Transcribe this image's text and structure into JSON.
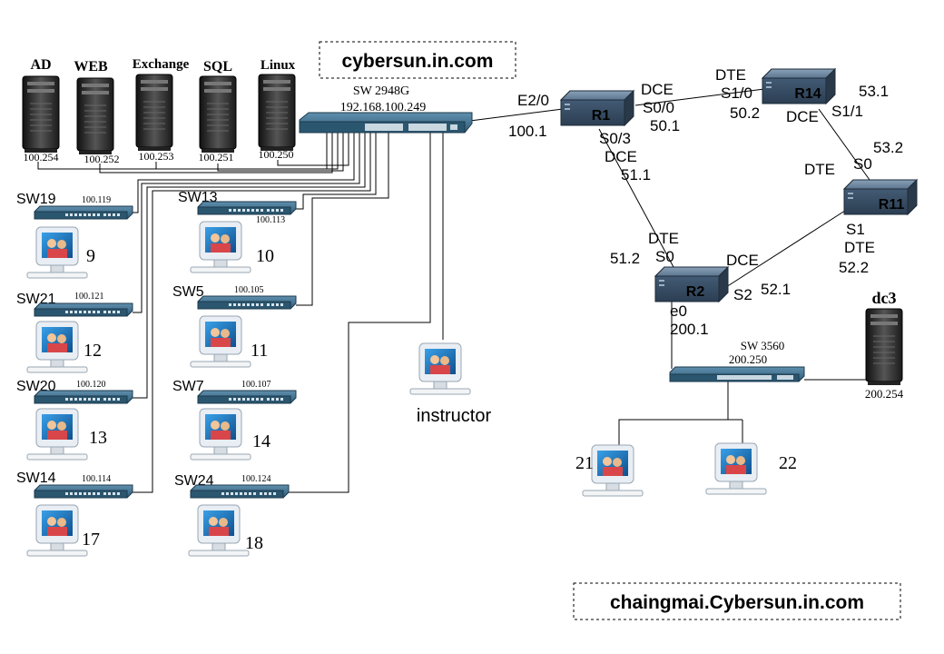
{
  "banners": {
    "top": "cybersun.in.com",
    "bottom": "chaingmai.Cybersun.in.com"
  },
  "servers": [
    {
      "name": "AD",
      "ip": "100.254"
    },
    {
      "name": "WEB",
      "ip": "100.252"
    },
    {
      "name": "Exchange",
      "ip": "100.253"
    },
    {
      "name": "SQL",
      "ip": "100.251"
    },
    {
      "name": "Linux",
      "ip": "100.250"
    }
  ],
  "core_switch": {
    "name": "SW 2948G",
    "ip": "192.168.100.249"
  },
  "access_switches": [
    {
      "name": "SW19",
      "ip": "100.119",
      "pc": "9"
    },
    {
      "name": "SW21",
      "ip": "100.121",
      "pc": "12"
    },
    {
      "name": "SW20",
      "ip": "100.120",
      "pc": "13"
    },
    {
      "name": "SW14",
      "ip": "100.114",
      "pc": "17"
    },
    {
      "name": "SW13",
      "ip": "100.113",
      "pc": "10"
    },
    {
      "name": "SW5",
      "ip": "100.105",
      "pc": "11"
    },
    {
      "name": "SW7",
      "ip": "100.107",
      "pc": "14"
    },
    {
      "name": "SW24",
      "ip": "100.124",
      "pc": "18"
    }
  ],
  "instructor": "instructor",
  "routers": {
    "r1": {
      "name": "R1",
      "e20": "E2/0",
      "e20_ip": "100.1",
      "s00_role": "DCE",
      "s00": "S0/0",
      "s00_ip": "50.1",
      "s03": "S0/3",
      "s03_role": "DCE",
      "s03_ip": "51.1"
    },
    "r14": {
      "name": "R14",
      "s10_role": "DTE",
      "s10": "S1/0",
      "s10_ip": "50.2",
      "s11_role": "DCE",
      "s11": "S1/1",
      "s11_ip": "53.1"
    },
    "r11": {
      "name": "R11",
      "s0_role": "DTE",
      "s0": "S0",
      "s0_ip": "53.2",
      "s1": "S1",
      "s1_role": "DTE",
      "s1_ip": "52.2"
    },
    "r2": {
      "name": "R2",
      "s0_role": "DTE",
      "s0": "S0",
      "s0_ip": "51.2",
      "s2_role": "DCE",
      "s2": "S2",
      "s2_ip": "52.1",
      "e0": "e0",
      "e0_ip": "200.1"
    }
  },
  "sw3560": {
    "name": "SW 3560",
    "ip": "200.250"
  },
  "dc3": {
    "name": "dc3",
    "ip": "200.254"
  },
  "lan_pcs": [
    "21",
    "22"
  ],
  "colors": {
    "device_blue": "#3d6f8c",
    "router_dark": "#3a4e63",
    "tower": "#2b2b2b",
    "screen": "#1a73b8"
  }
}
